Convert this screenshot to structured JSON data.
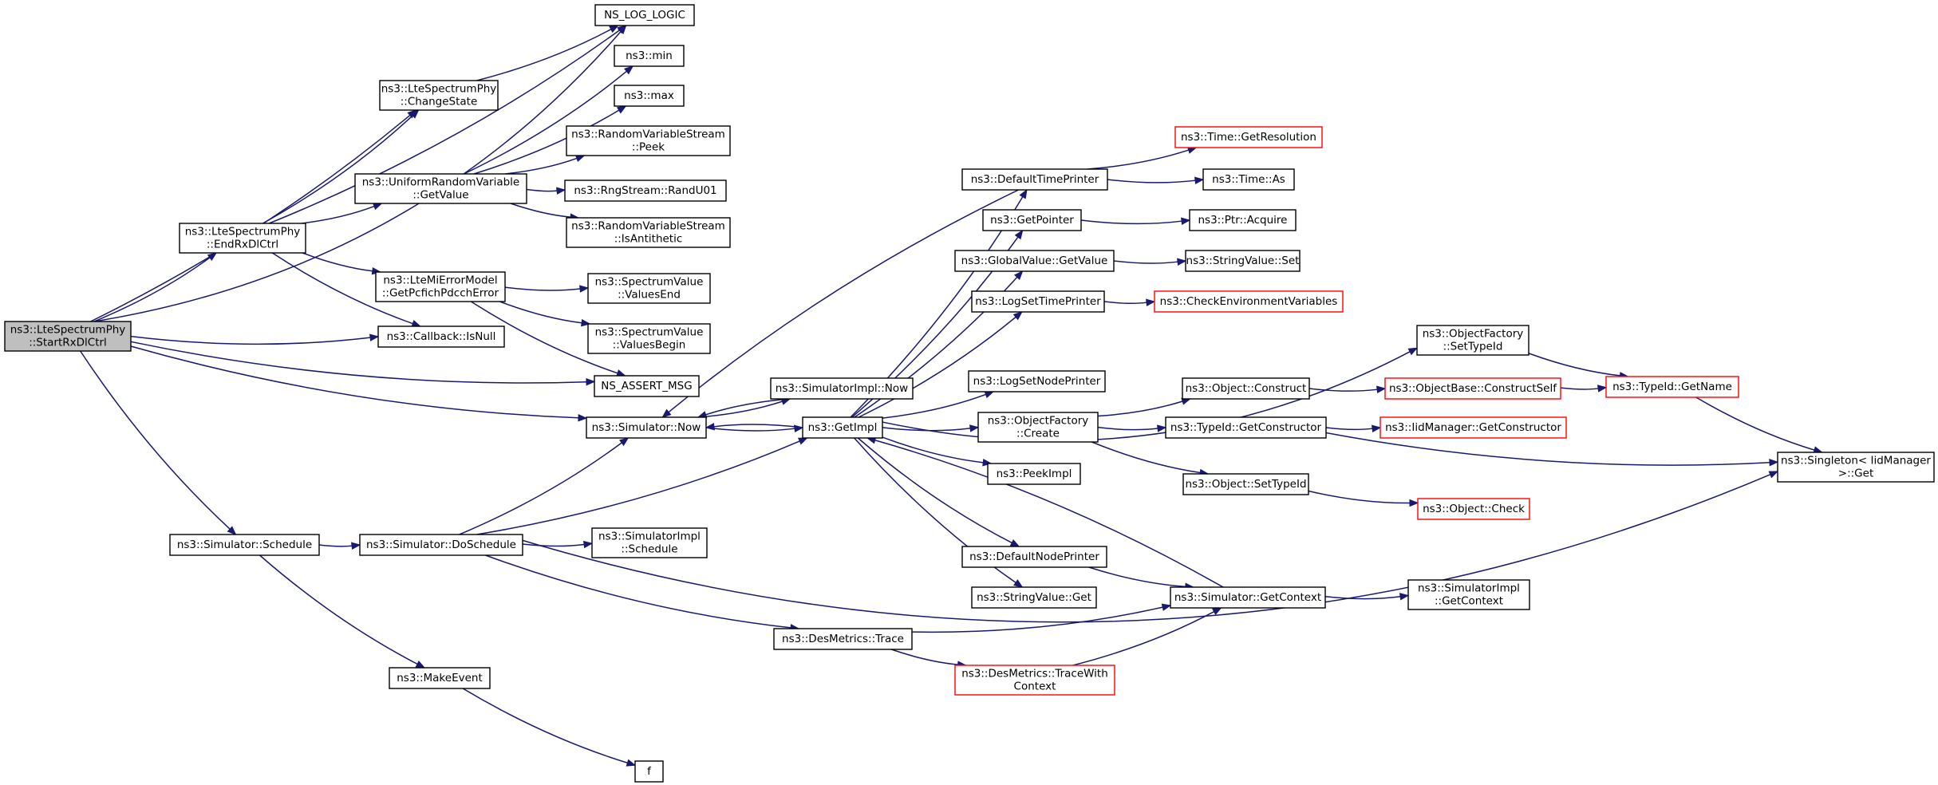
{
  "diagram": {
    "title": "",
    "nodes": [
      {
        "id": "root",
        "lines": [
          "ns3::LteSpectrumPhy",
          "::StartRxDlCtrl"
        ],
        "style": "root"
      },
      {
        "id": "nslog",
        "lines": [
          "NS_LOG_LOGIC"
        ],
        "style": "normal"
      },
      {
        "id": "changestate",
        "lines": [
          "ns3::LteSpectrumPhy",
          "::ChangeState"
        ],
        "style": "normal"
      },
      {
        "id": "endrx",
        "lines": [
          "ns3::LteSpectrumPhy",
          "::EndRxDlCtrl"
        ],
        "style": "normal"
      },
      {
        "id": "min",
        "lines": [
          "ns3::min"
        ],
        "style": "normal"
      },
      {
        "id": "max",
        "lines": [
          "ns3::max"
        ],
        "style": "normal"
      },
      {
        "id": "peek",
        "lines": [
          "ns3::RandomVariableStream",
          "::Peek"
        ],
        "style": "normal"
      },
      {
        "id": "urvget",
        "lines": [
          "ns3::UniformRandomVariable",
          "::GetValue"
        ],
        "style": "normal"
      },
      {
        "id": "randu01",
        "lines": [
          "ns3::RngStream::RandU01"
        ],
        "style": "normal"
      },
      {
        "id": "isanti",
        "lines": [
          "ns3::RandomVariableStream",
          "::IsAntithetic"
        ],
        "style": "normal"
      },
      {
        "id": "pcfich",
        "lines": [
          "ns3::LteMiErrorModel",
          "::GetPcfichPdcchError"
        ],
        "style": "normal"
      },
      {
        "id": "vend",
        "lines": [
          "ns3::SpectrumValue",
          "::ValuesEnd"
        ],
        "style": "normal"
      },
      {
        "id": "vbegin",
        "lines": [
          "ns3::SpectrumValue",
          "::ValuesBegin"
        ],
        "style": "normal"
      },
      {
        "id": "isnull",
        "lines": [
          "ns3::Callback::IsNull"
        ],
        "style": "normal"
      },
      {
        "id": "assert",
        "lines": [
          "NS_ASSERT_MSG"
        ],
        "style": "normal"
      },
      {
        "id": "simnow",
        "lines": [
          "ns3::Simulator::Now"
        ],
        "style": "normal"
      },
      {
        "id": "implnow",
        "lines": [
          "ns3::SimulatorImpl::Now"
        ],
        "style": "normal"
      },
      {
        "id": "getimpl",
        "lines": [
          "ns3::GetImpl"
        ],
        "style": "normal"
      },
      {
        "id": "deftime",
        "lines": [
          "ns3::DefaultTimePrinter"
        ],
        "style": "normal"
      },
      {
        "id": "getres",
        "lines": [
          "ns3::Time::GetResolution"
        ],
        "style": "trunc"
      },
      {
        "id": "timeas",
        "lines": [
          "ns3::Time::As"
        ],
        "style": "normal"
      },
      {
        "id": "getpointer",
        "lines": [
          "ns3::GetPointer"
        ],
        "style": "normal"
      },
      {
        "id": "acquire",
        "lines": [
          "ns3::Ptr::Acquire"
        ],
        "style": "normal"
      },
      {
        "id": "gvget",
        "lines": [
          "ns3::GlobalValue::GetValue"
        ],
        "style": "normal"
      },
      {
        "id": "svset",
        "lines": [
          "ns3::StringValue::Set"
        ],
        "style": "normal"
      },
      {
        "id": "logsettime",
        "lines": [
          "ns3::LogSetTimePrinter"
        ],
        "style": "normal"
      },
      {
        "id": "checkenv",
        "lines": [
          "ns3::CheckEnvironmentVariables"
        ],
        "style": "trunc"
      },
      {
        "id": "ofsettype",
        "lines": [
          "ns3::ObjectFactory",
          "::SetTypeId"
        ],
        "style": "normal"
      },
      {
        "id": "typename",
        "lines": [
          "ns3::TypeId::GetName"
        ],
        "style": "trunc"
      },
      {
        "id": "logsetnode",
        "lines": [
          "ns3::LogSetNodePrinter"
        ],
        "style": "normal"
      },
      {
        "id": "objconstruct",
        "lines": [
          "ns3::Object::Construct"
        ],
        "style": "normal"
      },
      {
        "id": "constructself",
        "lines": [
          "ns3::ObjectBase::ConstructSelf"
        ],
        "style": "trunc"
      },
      {
        "id": "ofcreate",
        "lines": [
          "ns3::ObjectFactory",
          "::Create"
        ],
        "style": "normal"
      },
      {
        "id": "tidgetctor",
        "lines": [
          "ns3::TypeId::GetConstructor"
        ],
        "style": "normal"
      },
      {
        "id": "iidgetctor",
        "lines": [
          "ns3::IidManager::GetConstructor"
        ],
        "style": "trunc"
      },
      {
        "id": "singleton",
        "lines": [
          "ns3::Singleton< IidManager",
          " >::Get"
        ],
        "style": "normal"
      },
      {
        "id": "peekimpl",
        "lines": [
          "ns3::PeekImpl"
        ],
        "style": "normal"
      },
      {
        "id": "objsettype",
        "lines": [
          "ns3::Object::SetTypeId"
        ],
        "style": "normal"
      },
      {
        "id": "objcheck",
        "lines": [
          "ns3::Object::Check"
        ],
        "style": "trunc"
      },
      {
        "id": "schedule",
        "lines": [
          "ns3::Simulator::Schedule"
        ],
        "style": "normal"
      },
      {
        "id": "doschedule",
        "lines": [
          "ns3::Simulator::DoSchedule"
        ],
        "style": "normal"
      },
      {
        "id": "implsched",
        "lines": [
          "ns3::SimulatorImpl",
          "::Schedule"
        ],
        "style": "normal"
      },
      {
        "id": "defnode",
        "lines": [
          "ns3::DefaultNodePrinter"
        ],
        "style": "normal"
      },
      {
        "id": "svget",
        "lines": [
          "ns3::StringValue::Get"
        ],
        "style": "normal"
      },
      {
        "id": "getcontext",
        "lines": [
          "ns3::Simulator::GetContext"
        ],
        "style": "normal"
      },
      {
        "id": "implctx",
        "lines": [
          "ns3::SimulatorImpl",
          "::GetContext"
        ],
        "style": "normal"
      },
      {
        "id": "destrace",
        "lines": [
          "ns3::DesMetrics::Trace"
        ],
        "style": "normal"
      },
      {
        "id": "destracectx",
        "lines": [
          "ns3::DesMetrics::TraceWith",
          "Context"
        ],
        "style": "trunc"
      },
      {
        "id": "makeevent",
        "lines": [
          "ns3::MakeEvent"
        ],
        "style": "normal"
      },
      {
        "id": "f",
        "lines": [
          "f"
        ],
        "style": "normal"
      }
    ],
    "edges": [
      [
        "root",
        "nslog"
      ],
      [
        "root",
        "changestate"
      ],
      [
        "root",
        "endrx"
      ],
      [
        "root",
        "isnull"
      ],
      [
        "root",
        "assert"
      ],
      [
        "root",
        "simnow"
      ],
      [
        "root",
        "schedule"
      ],
      [
        "changestate",
        "nslog"
      ],
      [
        "endrx",
        "nslog"
      ],
      [
        "endrx",
        "changestate"
      ],
      [
        "endrx",
        "urvget"
      ],
      [
        "endrx",
        "pcfich"
      ],
      [
        "endrx",
        "isnull"
      ],
      [
        "urvget",
        "min"
      ],
      [
        "urvget",
        "max"
      ],
      [
        "urvget",
        "peek"
      ],
      [
        "urvget",
        "randu01"
      ],
      [
        "urvget",
        "isanti"
      ],
      [
        "pcfich",
        "vend"
      ],
      [
        "pcfich",
        "vbegin"
      ],
      [
        "pcfich",
        "assert"
      ],
      [
        "simnow",
        "implnow"
      ],
      [
        "simnow",
        "getimpl"
      ],
      [
        "implnow",
        "simnow"
      ],
      [
        "getimpl",
        "deftime"
      ],
      [
        "getimpl",
        "getpointer"
      ],
      [
        "getimpl",
        "gvget"
      ],
      [
        "getimpl",
        "logsettime"
      ],
      [
        "getimpl",
        "ofsettype"
      ],
      [
        "getimpl",
        "logsetnode"
      ],
      [
        "getimpl",
        "ofcreate"
      ],
      [
        "getimpl",
        "peekimpl"
      ],
      [
        "getimpl",
        "defnode"
      ],
      [
        "getimpl",
        "svget"
      ],
      [
        "getimpl",
        "simnow"
      ],
      [
        "deftime",
        "getres"
      ],
      [
        "deftime",
        "timeas"
      ],
      [
        "deftime",
        "simnow"
      ],
      [
        "getpointer",
        "acquire"
      ],
      [
        "gvget",
        "svset"
      ],
      [
        "logsettime",
        "checkenv"
      ],
      [
        "ofsettype",
        "typename"
      ],
      [
        "typename",
        "singleton"
      ],
      [
        "ofcreate",
        "objconstruct"
      ],
      [
        "ofcreate",
        "tidgetctor"
      ],
      [
        "ofcreate",
        "objsettype"
      ],
      [
        "objconstruct",
        "constructself"
      ],
      [
        "constructself",
        "typename"
      ],
      [
        "tidgetctor",
        "iidgetctor"
      ],
      [
        "tidgetctor",
        "singleton"
      ],
      [
        "objsettype",
        "objcheck"
      ],
      [
        "defnode",
        "getcontext"
      ],
      [
        "getcontext",
        "implctx"
      ],
      [
        "getcontext",
        "getimpl"
      ],
      [
        "schedule",
        "doschedule"
      ],
      [
        "schedule",
        "makeevent"
      ],
      [
        "doschedule",
        "simnow"
      ],
      [
        "doschedule",
        "getimpl"
      ],
      [
        "doschedule",
        "implsched"
      ],
      [
        "doschedule",
        "destrace"
      ],
      [
        "doschedule",
        "singleton"
      ],
      [
        "destrace",
        "getcontext"
      ],
      [
        "destrace",
        "destracectx"
      ],
      [
        "destracectx",
        "getcontext"
      ],
      [
        "makeevent",
        "f"
      ]
    ]
  }
}
